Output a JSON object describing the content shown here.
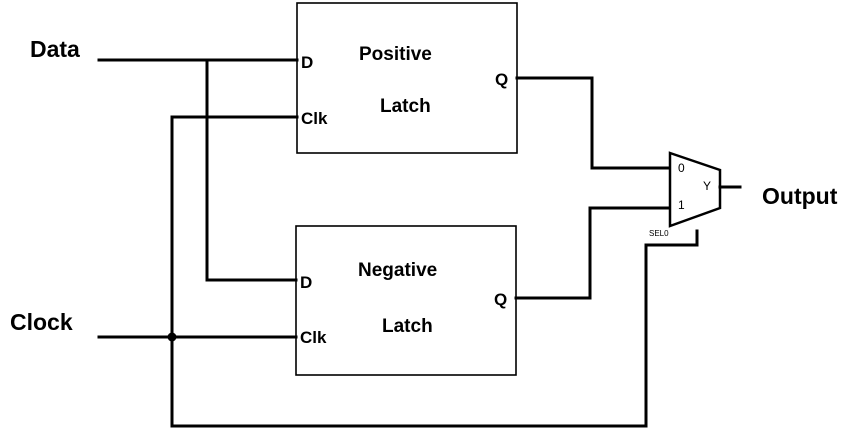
{
  "inputs": {
    "data_label": "Data",
    "clock_label": "Clock"
  },
  "output": {
    "label": "Output"
  },
  "positive_latch": {
    "title_line1": "Positive",
    "title_line2": "Latch",
    "pin_d": "D",
    "pin_clk": "Clk",
    "pin_q": "Q"
  },
  "negative_latch": {
    "title_line1": "Negative",
    "title_line2": "Latch",
    "pin_d": "D",
    "pin_clk": "Clk",
    "pin_q": "Q"
  },
  "mux": {
    "in0": "0",
    "in1": "1",
    "out": "Y",
    "sel": "SEL0"
  }
}
